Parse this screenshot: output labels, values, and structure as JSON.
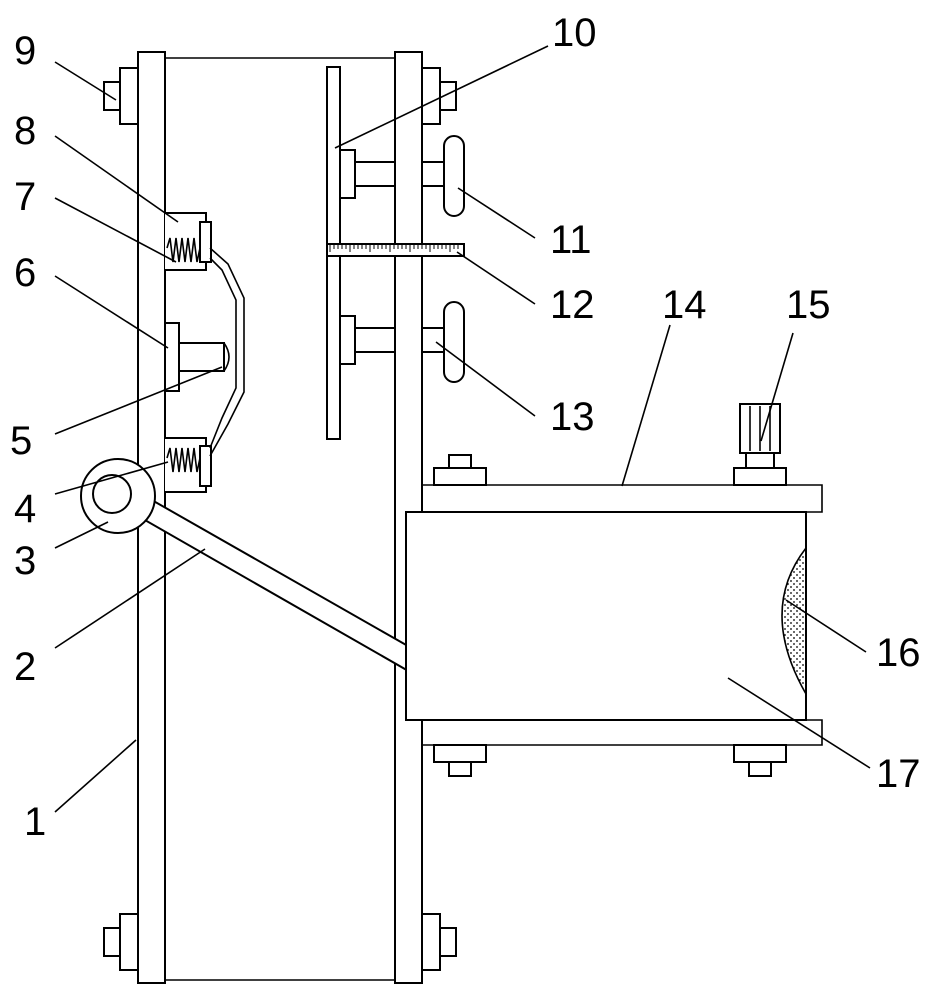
{
  "figure": {
    "labels": [
      {
        "id": "label-1",
        "text": "1"
      },
      {
        "id": "label-2",
        "text": "2"
      },
      {
        "id": "label-3",
        "text": "3"
      },
      {
        "id": "label-4",
        "text": "4"
      },
      {
        "id": "label-5",
        "text": "5"
      },
      {
        "id": "label-6",
        "text": "6"
      },
      {
        "id": "label-7",
        "text": "7"
      },
      {
        "id": "label-8",
        "text": "8"
      },
      {
        "id": "label-9",
        "text": "9"
      },
      {
        "id": "label-10",
        "text": "10"
      },
      {
        "id": "label-11",
        "text": "11"
      },
      {
        "id": "label-12",
        "text": "12"
      },
      {
        "id": "label-13",
        "text": "13"
      },
      {
        "id": "label-14",
        "text": "14"
      },
      {
        "id": "label-15",
        "text": "15"
      },
      {
        "id": "label-16",
        "text": "16"
      },
      {
        "id": "label-17",
        "text": "17"
      }
    ]
  }
}
